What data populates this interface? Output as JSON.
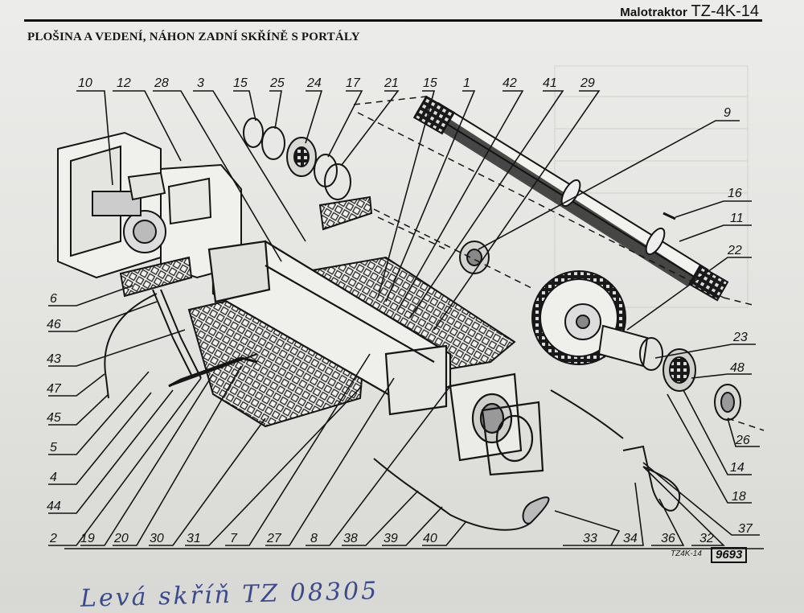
{
  "header": {
    "brand_small": "Malotraktor",
    "model": "TZ-4K-14"
  },
  "page_title": "PLOŠINA A VEDENÍ, NÁHON ZADNÍ SKŘÍNĚ S PORTÁLY",
  "drawing_code": "TZ4K-14",
  "figure_number": "9693",
  "handwritten_note": "Levá skříň TZ 08305",
  "callouts": {
    "top": [
      "10",
      "12",
      "28",
      "3",
      "15",
      "25",
      "24",
      "17",
      "21",
      "15",
      "1",
      "42",
      "41",
      "29"
    ],
    "right": [
      "9",
      "16",
      "11",
      "22",
      "23",
      "48",
      "26",
      "14",
      "18",
      "37"
    ],
    "left": [
      "6",
      "46",
      "43",
      "47",
      "45",
      "5",
      "4",
      "44",
      "2"
    ],
    "bottom": [
      "19",
      "20",
      "30",
      "31",
      "7",
      "27",
      "8",
      "38",
      "39",
      "40",
      "33",
      "34",
      "36",
      "32"
    ]
  },
  "colors": {
    "ink": "#151515",
    "paper": "#e6e6e3",
    "handwriting_ink": "#2a3c86"
  }
}
